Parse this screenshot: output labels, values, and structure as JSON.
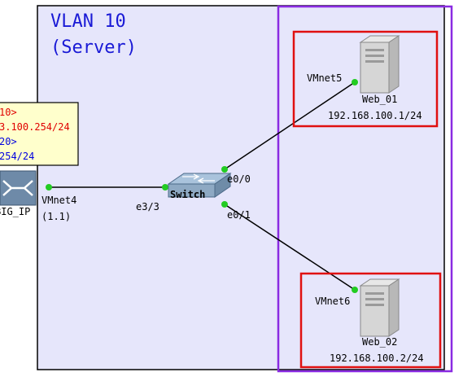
{
  "zone": {
    "title_line1": "VLAN 10",
    "title_line2": "(Server)"
  },
  "config_note": {
    "line1": "10>",
    "line2": "3.100.254/24",
    "line3": "20>",
    "line4": "254/24"
  },
  "devices": {
    "bigip": {
      "name": "BIG_IP"
    },
    "switch": {
      "name": "Switch"
    },
    "web01": {
      "name": "Web_01",
      "ip": "192.168.100.1/24"
    },
    "web02": {
      "name": "Web_02",
      "ip": "192.168.100.2/24"
    }
  },
  "interfaces": {
    "vmnet4": "VMnet4",
    "vmnet4_addr": "(1.1)",
    "e3_3": "e3/3",
    "e0_0": "e0/0",
    "e0_1": "e0/1",
    "vmnet5": "VMnet5",
    "vmnet6": "VMnet6"
  },
  "colors": {
    "zone_fill": "#e6e6fb",
    "purple_frame": "#8a2be2",
    "red_frame": "#e01010",
    "link_dot": "#22cc22",
    "note_fill": "#ffffcc"
  }
}
